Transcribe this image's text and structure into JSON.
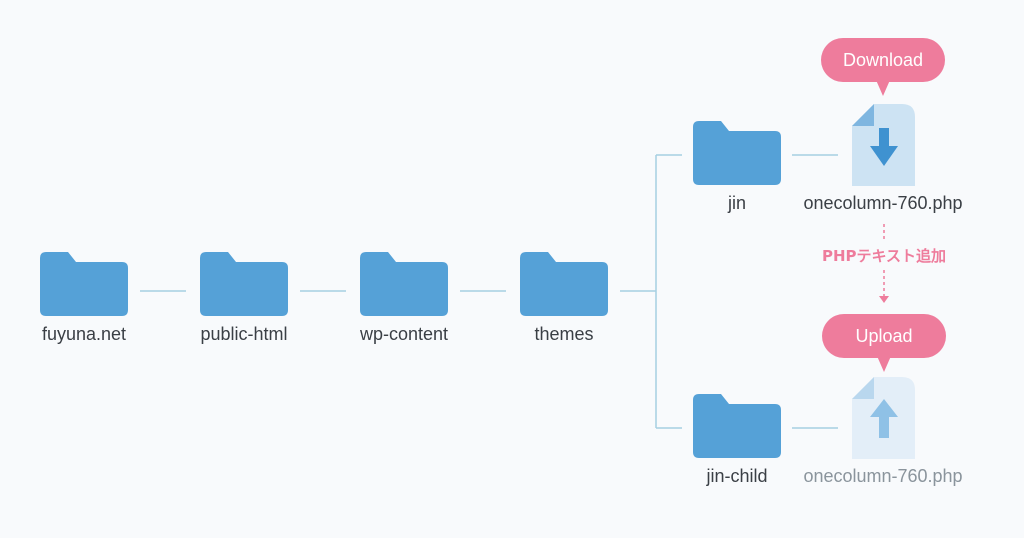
{
  "colors": {
    "background": "#f8fafc",
    "folder": "#55a1d7",
    "folder_tab": "#4a93c8",
    "connector": "#a6d0e2",
    "accent_pink": "#ee7c9c",
    "download_file": "#cde3f3",
    "download_arrow": "#3f92d0",
    "upload_file": "#e3eef8",
    "upload_arrow": "#8fc1e6"
  },
  "folders": {
    "fuyuna": "fuyuna.net",
    "public_html": "public-html",
    "wp_content": "wp-content",
    "themes": "themes",
    "jin": "jin",
    "jin_child": "jin-child"
  },
  "download": {
    "bubble_label": "Download",
    "file_name": "onecolumn-760.php",
    "icon": "download-arrow-icon"
  },
  "upload": {
    "bubble_label": "Upload",
    "file_name": "onecolumn-760.php",
    "icon": "upload-arrow-icon"
  },
  "step_note": "PHPテキスト追加"
}
